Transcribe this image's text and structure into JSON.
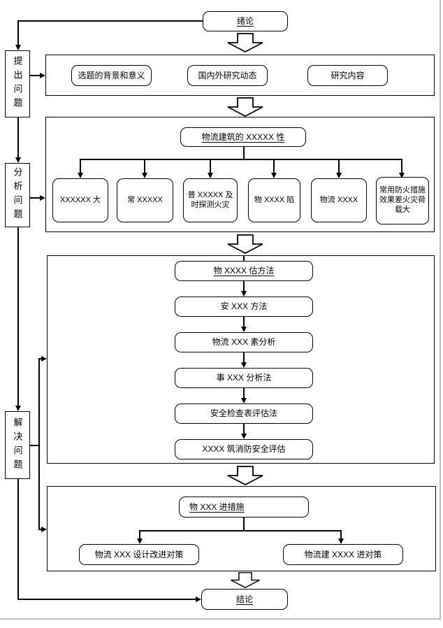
{
  "page": {
    "background": "#ffffff",
    "line_color": "#000000",
    "edge_color": "#bdbdbd"
  },
  "flow": {
    "intro": "绪论",
    "conclusion": "结论",
    "side_labels": [
      "提出问题",
      "分析问题",
      "解决问题"
    ],
    "section1": {
      "boxes": [
        "选题的背景和意义",
        "国内外研究动态",
        "研究内容"
      ]
    },
    "section2": {
      "header": "物流建筑的 XXXXX 性",
      "boxes": [
        "XXXXXX 大",
        "常 XXXXX",
        "普 XXXXX 及时探测火灾",
        "物 XXXX 陷",
        "物流 XXXX",
        "常用防火措施效果差火灾荷载大"
      ]
    },
    "section3": {
      "boxes": [
        "物 XXXX 估方法",
        "安 XXX 方法",
        "物流 XXX 素分析",
        "事 XXX 分析法",
        "安全检查表评估法",
        "XXXX 筑消防安全评估"
      ]
    },
    "section4": {
      "header": "物 XXX 进措施",
      "boxes": [
        "物流 XXX 设计改进对策",
        "物流建 XXXX 进对策"
      ]
    }
  }
}
